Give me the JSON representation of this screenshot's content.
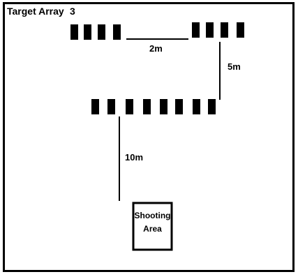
{
  "title": "Target Array",
  "title_number": "3",
  "distances": {
    "between_top_groups": "2m",
    "top_to_middle": "5m",
    "middle_to_shooting": "10m"
  },
  "shooting_area": {
    "line1": "Shooting",
    "line2": "Area"
  },
  "colors": {
    "ink": "#000000",
    "background": "#ffffff"
  }
}
